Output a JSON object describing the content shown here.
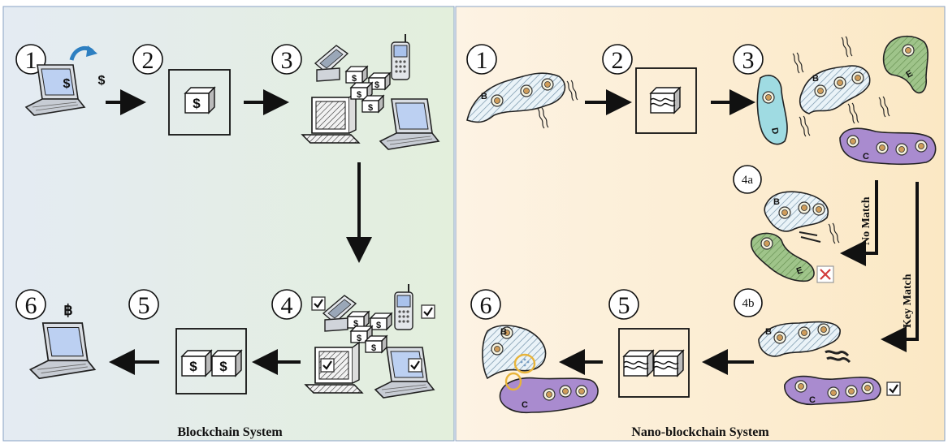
{
  "left_panel": {
    "title": "Blockchain System",
    "steps": [
      "1",
      "2",
      "3",
      "4",
      "5",
      "6"
    ],
    "currency_symbol": "$",
    "bitcoin_symbol": "฿"
  },
  "right_panel": {
    "title": "Nano-blockchain System",
    "steps": [
      "1",
      "2",
      "3",
      "4a",
      "4b",
      "5",
      "6"
    ],
    "no_match_label": "No Match",
    "key_match_label": "Key Match",
    "cell_letters": {
      "b": "B",
      "c": "C",
      "d": "D",
      "e": "E"
    }
  },
  "colors": {
    "left_bg": "#e6eee6",
    "right_bg": "#fcefd6",
    "cell_c": "#a98bcf",
    "cell_e": "#9fc48a",
    "cell_d": "#9fdbe2",
    "reject": "#d23b3b",
    "capture": "#e8b43a"
  }
}
